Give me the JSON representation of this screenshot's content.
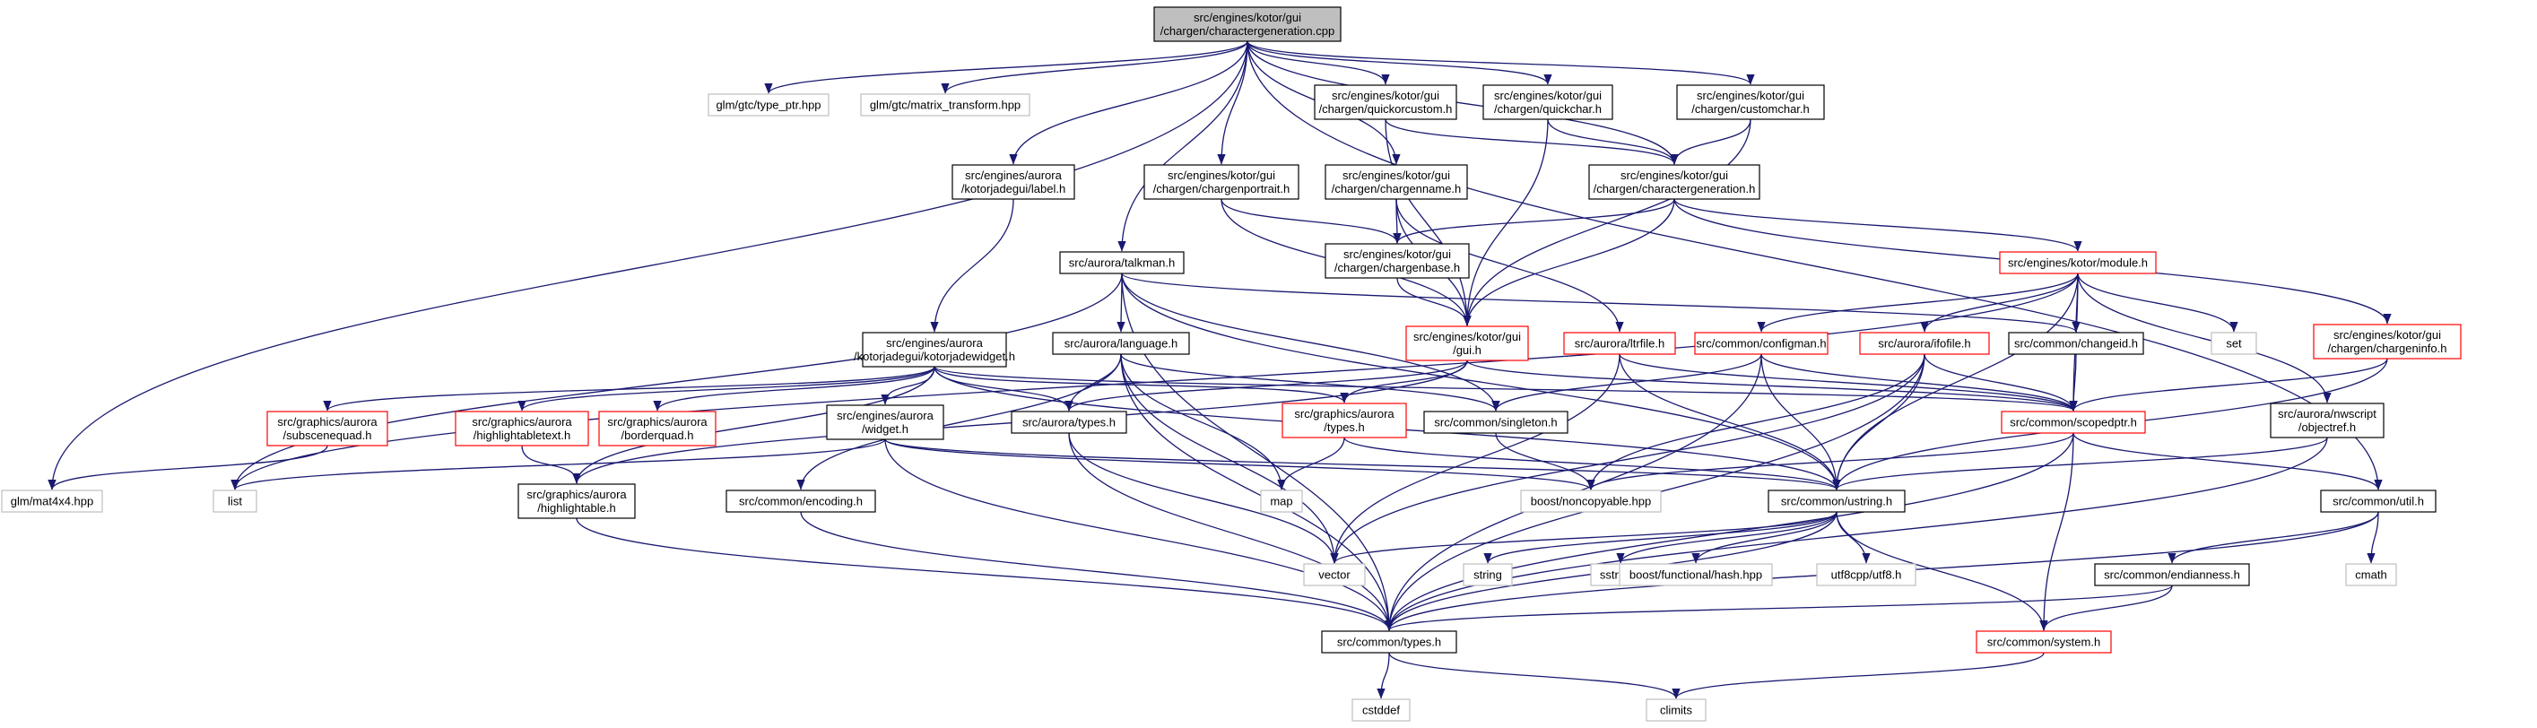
{
  "graph": {
    "colors": {
      "edge": "#191970",
      "root_fill": "#bfbfbf",
      "normal_border": "#000000",
      "truncated_border": "#ff0000",
      "external_border": "#bfbfbf",
      "external_text": "#404040",
      "text": "#000000"
    },
    "nodes": [
      {
        "id": "n_root",
        "lines": [
          "src/engines/kotor/gui",
          "/chargen/charactergeneration.cpp"
        ],
        "style": "root"
      },
      {
        "id": "n_typeptr",
        "lines": [
          "glm/gtc/type_ptr.hpp"
        ],
        "style": "external"
      },
      {
        "id": "n_matrix",
        "lines": [
          "glm/gtc/matrix_transform.hpp"
        ],
        "style": "external"
      },
      {
        "id": "n_quickorcustom",
        "lines": [
          "src/engines/kotor/gui",
          "/chargen/quickorcustom.h"
        ],
        "style": "normal"
      },
      {
        "id": "n_quickchar",
        "lines": [
          "src/engines/kotor/gui",
          "/chargen/quickchar.h"
        ],
        "style": "normal"
      },
      {
        "id": "n_customchar",
        "lines": [
          "src/engines/kotor/gui",
          "/chargen/customchar.h"
        ],
        "style": "normal"
      },
      {
        "id": "n_label",
        "lines": [
          "src/engines/aurora",
          "/kotorjadegui/label.h"
        ],
        "style": "normal"
      },
      {
        "id": "n_portrait",
        "lines": [
          "src/engines/kotor/gui",
          "/chargen/chargenportrait.h"
        ],
        "style": "normal"
      },
      {
        "id": "n_chargenname",
        "lines": [
          "src/engines/kotor/gui",
          "/chargen/chargenname.h"
        ],
        "style": "normal"
      },
      {
        "id": "n_chargenh",
        "lines": [
          "src/engines/kotor/gui",
          "/chargen/charactergeneration.h"
        ],
        "style": "normal"
      },
      {
        "id": "n_talkman",
        "lines": [
          "src/aurora/talkman.h"
        ],
        "style": "normal"
      },
      {
        "id": "n_chargenbase",
        "lines": [
          "src/engines/kotor/gui",
          "/chargen/chargenbase.h"
        ],
        "style": "normal"
      },
      {
        "id": "n_module",
        "lines": [
          "src/engines/kotor/module.h"
        ],
        "style": "truncated"
      },
      {
        "id": "n_kjwidget",
        "lines": [
          "src/engines/aurora",
          "/kotorjadegui/kotorjadewidget.h"
        ],
        "style": "normal"
      },
      {
        "id": "n_language",
        "lines": [
          "src/aurora/language.h"
        ],
        "style": "normal"
      },
      {
        "id": "n_guih",
        "lines": [
          "src/engines/kotor/gui",
          "/gui.h"
        ],
        "style": "truncated"
      },
      {
        "id": "n_ltrfile",
        "lines": [
          "src/aurora/ltrfile.h"
        ],
        "style": "truncated"
      },
      {
        "id": "n_configman",
        "lines": [
          "src/common/configman.h"
        ],
        "style": "truncated"
      },
      {
        "id": "n_ifofile",
        "lines": [
          "src/aurora/ifofile.h"
        ],
        "style": "truncated"
      },
      {
        "id": "n_changeid",
        "lines": [
          "src/common/changeid.h"
        ],
        "style": "normal"
      },
      {
        "id": "n_set",
        "lines": [
          "set"
        ],
        "style": "external"
      },
      {
        "id": "n_chargeninfo",
        "lines": [
          "src/engines/kotor/gui",
          "/chargen/chargeninfo.h"
        ],
        "style": "truncated"
      },
      {
        "id": "n_subscenequad",
        "lines": [
          "src/graphics/aurora",
          "/subscenequad.h"
        ],
        "style": "truncated"
      },
      {
        "id": "n_hltext",
        "lines": [
          "src/graphics/aurora",
          "/highlightabletext.h"
        ],
        "style": "truncated"
      },
      {
        "id": "n_borderquad",
        "lines": [
          "src/graphics/aurora",
          "/borderquad.h"
        ],
        "style": "truncated"
      },
      {
        "id": "n_widget",
        "lines": [
          "src/engines/aurora",
          "/widget.h"
        ],
        "style": "normal"
      },
      {
        "id": "n_auroratypes",
        "lines": [
          "src/aurora/types.h"
        ],
        "style": "normal"
      },
      {
        "id": "n_graphicstypes",
        "lines": [
          "src/graphics/aurora",
          "/types.h"
        ],
        "style": "truncated"
      },
      {
        "id": "n_singleton",
        "lines": [
          "src/common/singleton.h"
        ],
        "style": "normal"
      },
      {
        "id": "n_scopedptr",
        "lines": [
          "src/common/scopedptr.h"
        ],
        "style": "truncated"
      },
      {
        "id": "n_nwscript",
        "lines": [
          "src/aurora/nwscript",
          "/objectref.h"
        ],
        "style": "normal"
      },
      {
        "id": "n_mat4x4",
        "lines": [
          "glm/mat4x4.hpp"
        ],
        "style": "external"
      },
      {
        "id": "n_list",
        "lines": [
          "list"
        ],
        "style": "external"
      },
      {
        "id": "n_highlightable",
        "lines": [
          "src/graphics/aurora",
          "/highlightable.h"
        ],
        "style": "normal"
      },
      {
        "id": "n_encoding",
        "lines": [
          "src/common/encoding.h"
        ],
        "style": "normal"
      },
      {
        "id": "n_map",
        "lines": [
          "map"
        ],
        "style": "external"
      },
      {
        "id": "n_noncopyable",
        "lines": [
          "boost/noncopyable.hpp"
        ],
        "style": "external"
      },
      {
        "id": "n_ustring",
        "lines": [
          "src/common/ustring.h"
        ],
        "style": "normal"
      },
      {
        "id": "n_util",
        "lines": [
          "src/common/util.h"
        ],
        "style": "normal"
      },
      {
        "id": "n_vector",
        "lines": [
          "vector"
        ],
        "style": "external"
      },
      {
        "id": "n_string",
        "lines": [
          "string"
        ],
        "style": "external"
      },
      {
        "id": "n_sstream",
        "lines": [
          "sstream"
        ],
        "style": "external"
      },
      {
        "id": "n_hash",
        "lines": [
          "boost/functional/hash.hpp"
        ],
        "style": "external"
      },
      {
        "id": "n_utf8",
        "lines": [
          "utf8cpp/utf8.h"
        ],
        "style": "external"
      },
      {
        "id": "n_cmath",
        "lines": [
          "cmath"
        ],
        "style": "external"
      },
      {
        "id": "n_endianness",
        "lines": [
          "src/common/endianness.h"
        ],
        "style": "normal"
      },
      {
        "id": "n_commontypes",
        "lines": [
          "src/common/types.h"
        ],
        "style": "normal"
      },
      {
        "id": "n_system",
        "lines": [
          "src/common/system.h"
        ],
        "style": "truncated"
      },
      {
        "id": "n_cstddef",
        "lines": [
          "cstddef"
        ],
        "style": "external"
      },
      {
        "id": "n_climits",
        "lines": [
          "climits"
        ],
        "style": "external"
      }
    ],
    "edges": [
      [
        "n_root",
        "n_typeptr"
      ],
      [
        "n_root",
        "n_matrix"
      ],
      [
        "n_root",
        "n_quickorcustom"
      ],
      [
        "n_root",
        "n_quickchar"
      ],
      [
        "n_root",
        "n_customchar"
      ],
      [
        "n_root",
        "n_label"
      ],
      [
        "n_root",
        "n_portrait"
      ],
      [
        "n_root",
        "n_chargenname"
      ],
      [
        "n_root",
        "n_chargenh"
      ],
      [
        "n_root",
        "n_talkman"
      ],
      [
        "n_root",
        "n_mat4x4"
      ],
      [
        "n_root",
        "n_util"
      ],
      [
        "n_quickorcustom",
        "n_chargenh"
      ],
      [
        "n_quickorcustom",
        "n_guih"
      ],
      [
        "n_quickchar",
        "n_chargenh"
      ],
      [
        "n_quickchar",
        "n_guih"
      ],
      [
        "n_customchar",
        "n_chargenh"
      ],
      [
        "n_customchar",
        "n_guih"
      ],
      [
        "n_label",
        "n_kjwidget"
      ],
      [
        "n_portrait",
        "n_chargenbase"
      ],
      [
        "n_portrait",
        "n_guih"
      ],
      [
        "n_chargenname",
        "n_chargenbase"
      ],
      [
        "n_chargenname",
        "n_guih"
      ],
      [
        "n_chargenname",
        "n_ltrfile"
      ],
      [
        "n_chargenh",
        "n_chargenbase"
      ],
      [
        "n_chargenh",
        "n_guih"
      ],
      [
        "n_chargenh",
        "n_module"
      ],
      [
        "n_chargenh",
        "n_chargeninfo"
      ],
      [
        "n_chargenbase",
        "n_guih"
      ],
      [
        "n_talkman",
        "n_language"
      ],
      [
        "n_talkman",
        "n_list"
      ],
      [
        "n_talkman",
        "n_commontypes"
      ],
      [
        "n_talkman",
        "n_singleton"
      ],
      [
        "n_talkman",
        "n_ustring"
      ],
      [
        "n_talkman",
        "n_changeid"
      ],
      [
        "n_module",
        "n_configman"
      ],
      [
        "n_module",
        "n_ifofile"
      ],
      [
        "n_module",
        "n_changeid"
      ],
      [
        "n_module",
        "n_set"
      ],
      [
        "n_module",
        "n_scopedptr"
      ],
      [
        "n_module",
        "n_nwscript"
      ],
      [
        "n_module",
        "n_ustring"
      ],
      [
        "n_module",
        "n_list"
      ],
      [
        "n_kjwidget",
        "n_subscenequad"
      ],
      [
        "n_kjwidget",
        "n_hltext"
      ],
      [
        "n_kjwidget",
        "n_borderquad"
      ],
      [
        "n_kjwidget",
        "n_widget"
      ],
      [
        "n_kjwidget",
        "n_auroratypes"
      ],
      [
        "n_kjwidget",
        "n_graphicstypes"
      ],
      [
        "n_kjwidget",
        "n_highlightable"
      ],
      [
        "n_kjwidget",
        "n_ustring"
      ],
      [
        "n_kjwidget",
        "n_scopedptr"
      ],
      [
        "n_language",
        "n_auroratypes"
      ],
      [
        "n_language",
        "n_encoding"
      ],
      [
        "n_language",
        "n_map"
      ],
      [
        "n_language",
        "n_vector"
      ],
      [
        "n_language",
        "n_singleton"
      ],
      [
        "n_language",
        "n_commontypes"
      ],
      [
        "n_guih",
        "n_auroratypes"
      ],
      [
        "n_guih",
        "n_graphicstypes"
      ],
      [
        "n_guih",
        "n_scopedptr"
      ],
      [
        "n_guih",
        "n_highlightable"
      ],
      [
        "n_ltrfile",
        "n_scopedptr"
      ],
      [
        "n_ltrfile",
        "n_ustring"
      ],
      [
        "n_ltrfile",
        "n_vector"
      ],
      [
        "n_configman",
        "n_singleton"
      ],
      [
        "n_configman",
        "n_scopedptr"
      ],
      [
        "n_configman",
        "n_ustring"
      ],
      [
        "n_configman",
        "n_commontypes"
      ],
      [
        "n_ifofile",
        "n_scopedptr"
      ],
      [
        "n_ifofile",
        "n_ustring"
      ],
      [
        "n_ifofile",
        "n_commontypes"
      ],
      [
        "n_ifofile",
        "n_noncopyable"
      ],
      [
        "n_ifofile",
        "n_vector"
      ],
      [
        "n_changeid",
        "n_scopedptr"
      ],
      [
        "n_chargeninfo",
        "n_scopedptr"
      ],
      [
        "n_chargeninfo",
        "n_ustring"
      ],
      [
        "n_subscenequad",
        "n_mat4x4"
      ],
      [
        "n_hltext",
        "n_highlightable"
      ],
      [
        "n_widget",
        "n_list"
      ],
      [
        "n_widget",
        "n_ustring"
      ],
      [
        "n_widget",
        "n_noncopyable"
      ],
      [
        "n_widget",
        "n_commontypes"
      ],
      [
        "n_auroratypes",
        "n_commontypes"
      ],
      [
        "n_auroratypes",
        "n_vector"
      ],
      [
        "n_graphicstypes",
        "n_map"
      ],
      [
        "n_graphicstypes",
        "n_ustring"
      ],
      [
        "n_singleton",
        "n_noncopyable"
      ],
      [
        "n_scopedptr",
        "n_noncopyable"
      ],
      [
        "n_scopedptr",
        "n_util"
      ],
      [
        "n_scopedptr",
        "n_system"
      ],
      [
        "n_scopedptr",
        "n_commontypes"
      ],
      [
        "n_nwscript",
        "n_ustring"
      ],
      [
        "n_nwscript",
        "n_commontypes"
      ],
      [
        "n_highlightable",
        "n_commontypes"
      ],
      [
        "n_encoding",
        "n_commontypes"
      ],
      [
        "n_ustring",
        "n_vector"
      ],
      [
        "n_ustring",
        "n_string"
      ],
      [
        "n_ustring",
        "n_sstream"
      ],
      [
        "n_ustring",
        "n_hash"
      ],
      [
        "n_ustring",
        "n_utf8"
      ],
      [
        "n_ustring",
        "n_commontypes"
      ],
      [
        "n_ustring",
        "n_system"
      ],
      [
        "n_util",
        "n_cmath"
      ],
      [
        "n_util",
        "n_endianness"
      ],
      [
        "n_util",
        "n_commontypes"
      ],
      [
        "n_endianness",
        "n_system"
      ],
      [
        "n_endianness",
        "n_commontypes"
      ],
      [
        "n_commontypes",
        "n_cstddef"
      ],
      [
        "n_commontypes",
        "n_climits"
      ],
      [
        "n_system",
        "n_climits"
      ]
    ]
  }
}
